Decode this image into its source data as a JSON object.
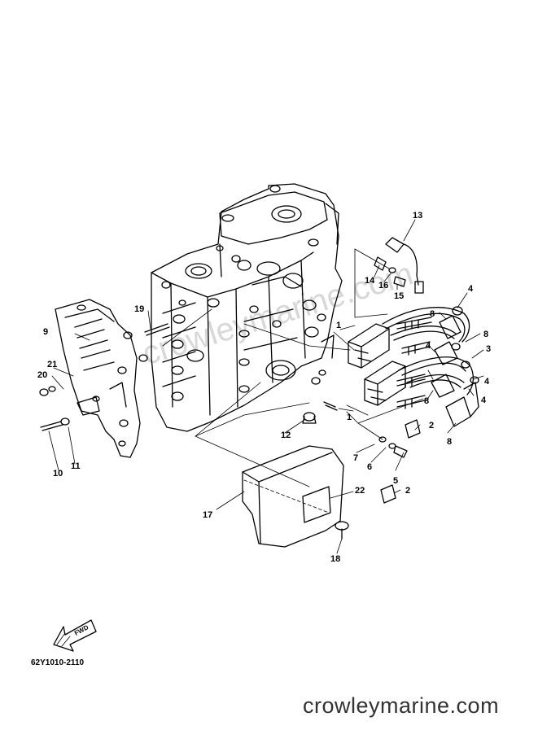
{
  "drawing_code": "62Y1010-2110",
  "website": "crowleymarine.com",
  "watermark": "crowleymarine.com",
  "fwd_label": "FWD",
  "callouts": [
    "1",
    "1",
    "2",
    "2",
    "3",
    "4",
    "4",
    "4",
    "4",
    "5",
    "6",
    "7",
    "8",
    "8",
    "8",
    "8",
    "9",
    "10",
    "11",
    "12",
    "13",
    "14",
    "15",
    "16",
    "17",
    "18",
    "19",
    "20",
    "21",
    "22"
  ]
}
